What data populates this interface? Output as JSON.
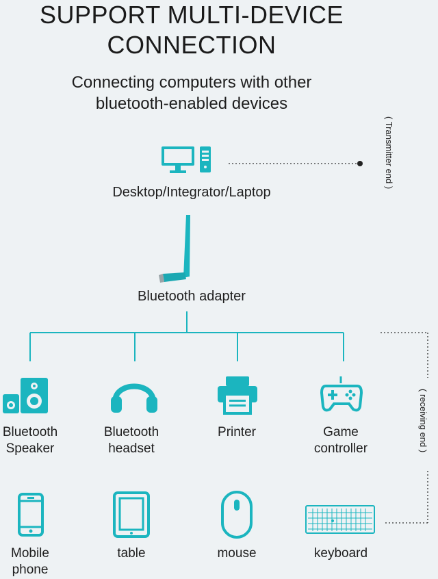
{
  "title_line1": "SUPPORT MULTI-DEVICE",
  "title_line2": "CONNECTION",
  "subtitle_line1": "Connecting computers with other",
  "subtitle_line2": "bluetooth-enabled devices",
  "source": {
    "label": "Desktop/Integrator/Laptop",
    "icon": "desktop-computer-icon"
  },
  "transmitter_label": "( Transmitter end )",
  "adapter": {
    "label": "Bluetooth adapter",
    "icon": "usb-adapter-icon"
  },
  "receiving_label": "( receiving end )",
  "devices_row1": [
    {
      "label": "Bluetooth\nSpeaker",
      "icon": "speaker-icon"
    },
    {
      "label": "Bluetooth\nheadset",
      "icon": "headset-icon"
    },
    {
      "label": "Printer",
      "icon": "printer-icon"
    },
    {
      "label": "Game\ncontroller",
      "icon": "gamepad-icon"
    }
  ],
  "devices_row2": [
    {
      "label": "Mobile\nphone",
      "icon": "phone-icon"
    },
    {
      "label": "table",
      "icon": "tablet-icon"
    },
    {
      "label": "mouse",
      "icon": "mouse-icon"
    },
    {
      "label": "keyboard",
      "icon": "keyboard-icon"
    }
  ],
  "accent_color": "#1bb5bf"
}
